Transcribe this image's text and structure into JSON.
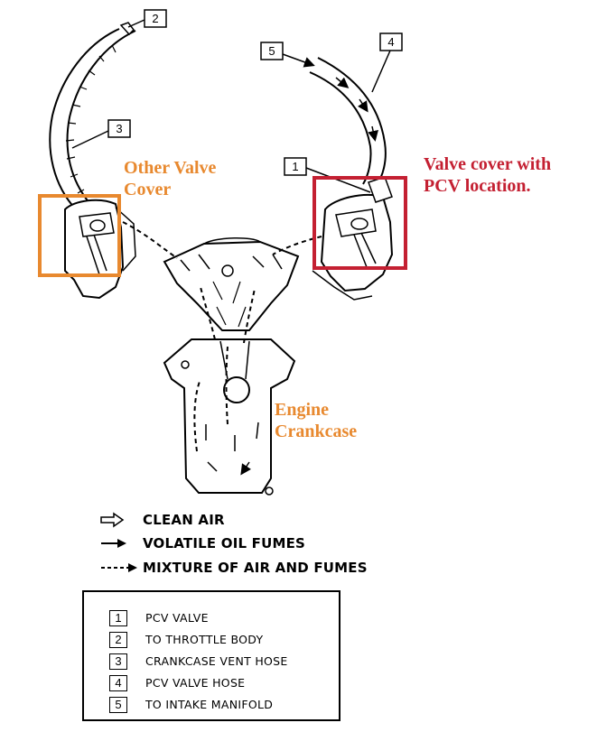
{
  "callouts": {
    "other_valve_cover": "Other Valve\nCover",
    "pcv_valve_cover": "Valve cover with\nPCV location.",
    "engine_crankcase": "Engine\nCrankcase"
  },
  "colors": {
    "orange": "#e8892f",
    "red": "#c42032",
    "line": "#000000"
  },
  "diagram_labels": [
    "1",
    "2",
    "3",
    "4",
    "5"
  ],
  "legend": [
    {
      "symbol": "clean-air-arrow",
      "label": "CLEAN AIR"
    },
    {
      "symbol": "solid-arrow",
      "label": "VOLATILE OIL FUMES"
    },
    {
      "symbol": "dashed-arrow",
      "label": "MIXTURE OF AIR AND FUMES"
    }
  ],
  "key": [
    {
      "num": "1",
      "label": "PCV VALVE"
    },
    {
      "num": "2",
      "label": "TO THROTTLE BODY"
    },
    {
      "num": "3",
      "label": "CRANKCASE VENT HOSE"
    },
    {
      "num": "4",
      "label": "PCV VALVE HOSE"
    },
    {
      "num": "5",
      "label": "TO INTAKE MANIFOLD"
    }
  ]
}
